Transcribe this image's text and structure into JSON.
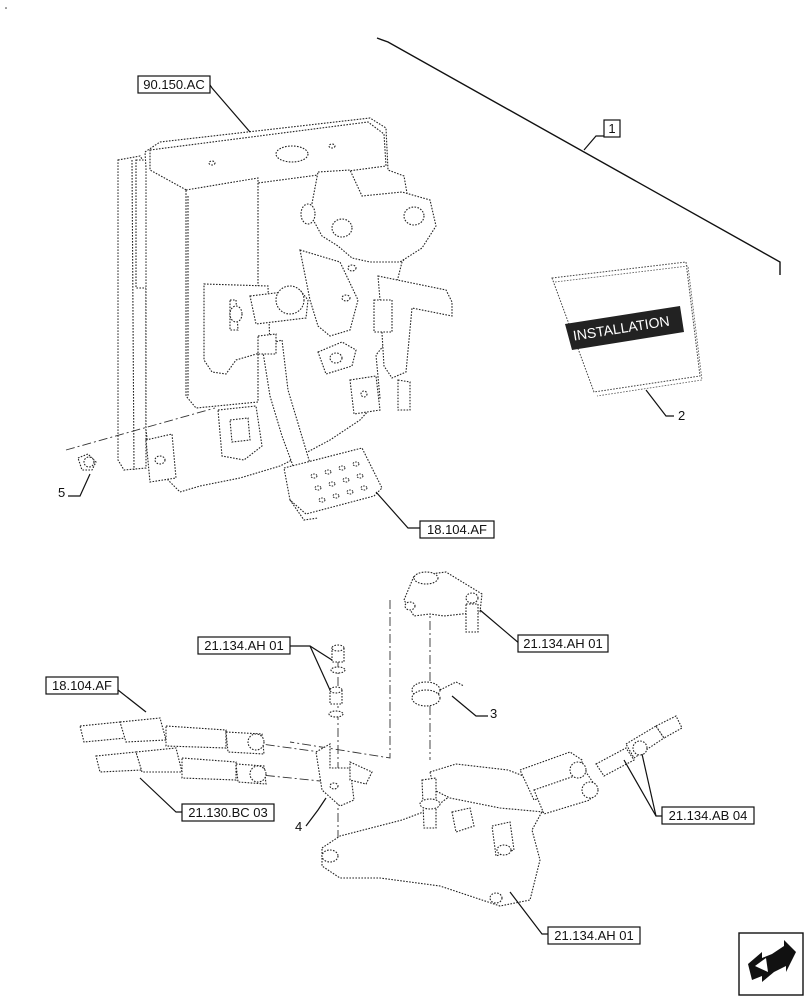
{
  "callouts": {
    "ref_90_150_ac": "90.150.AC",
    "ref_18_104_af_top": "18.104.AF",
    "ref_21_134_ah01_stem": "21.134.AH 01",
    "ref_21_134_ah01_bolts": "21.134.AH 01",
    "ref_18_104_af_left": "18.104.AF",
    "ref_21_130_bc03": "21.130.BC 03",
    "ref_21_134_ab04": "21.134.AB 04",
    "ref_21_134_ah01_base": "21.134.AH 01"
  },
  "item_numbers": {
    "item1": "1",
    "item2": "2",
    "item3": "3",
    "item4": "4",
    "item5": "5"
  },
  "manual": {
    "title": "INSTALLATION"
  }
}
